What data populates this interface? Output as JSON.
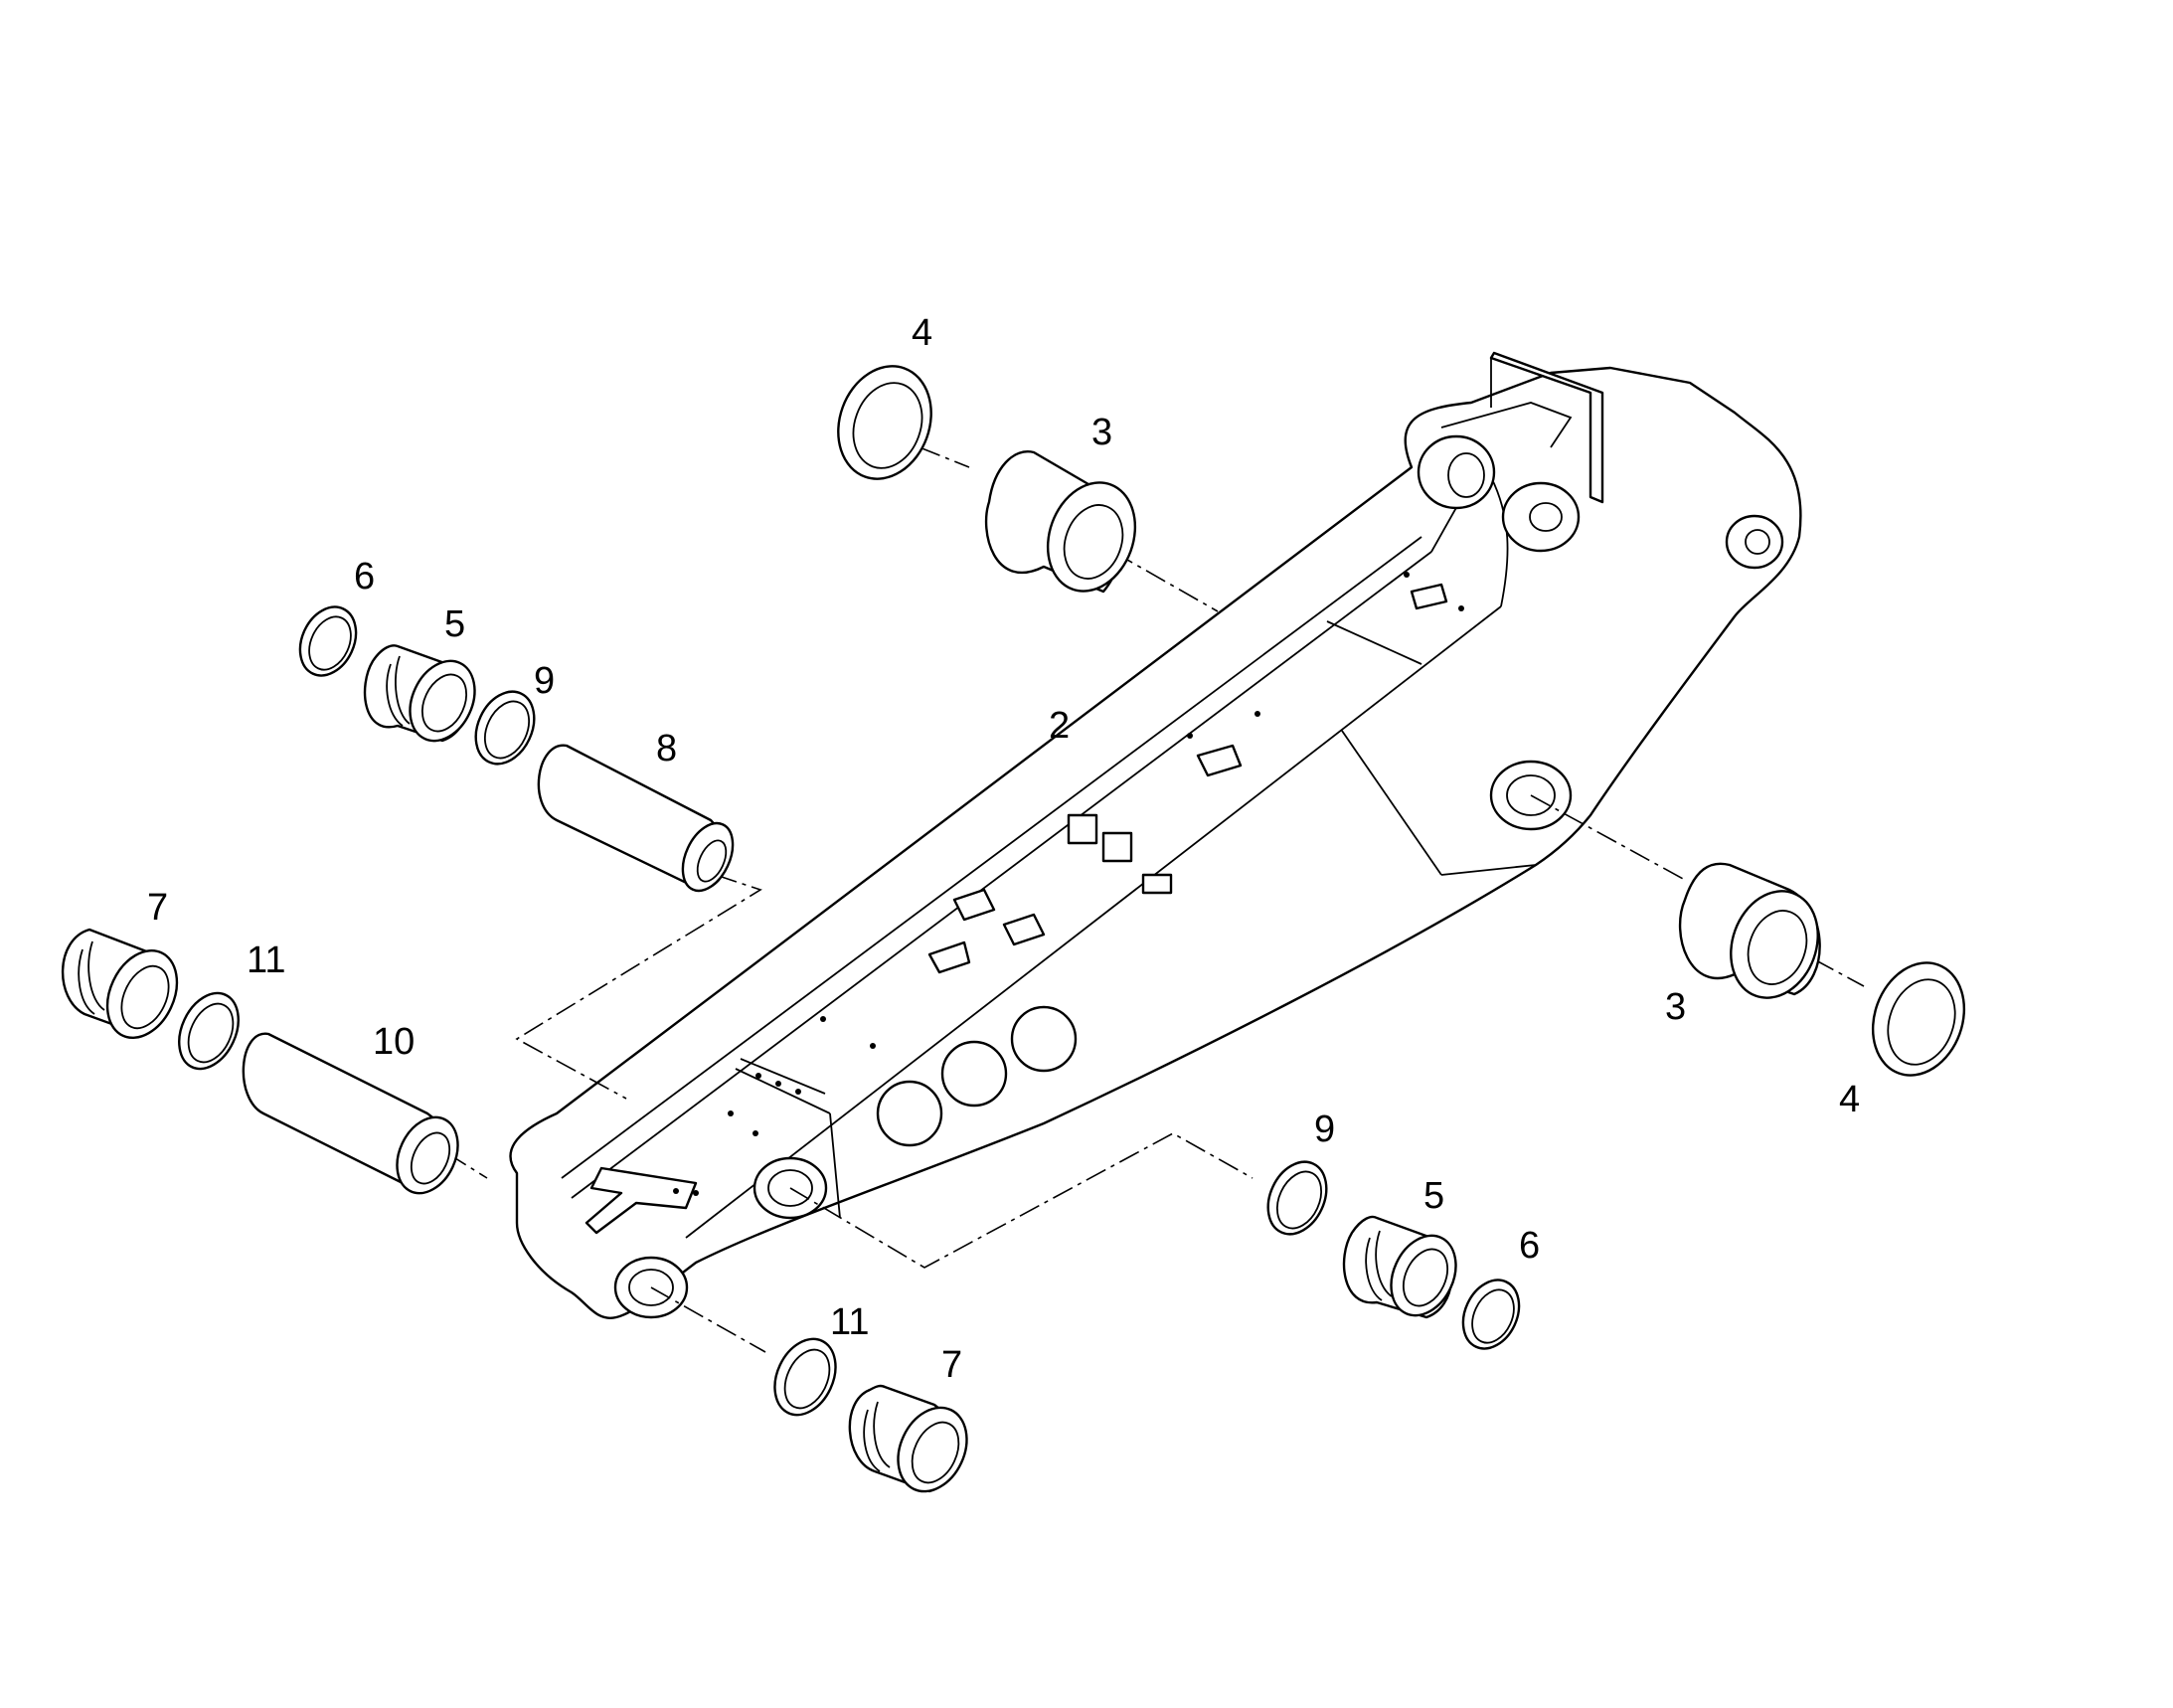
{
  "diagram": {
    "callouts": [
      {
        "id": "label-2",
        "text": "2"
      },
      {
        "id": "label-3-top",
        "text": "3"
      },
      {
        "id": "label-3-right",
        "text": "3"
      },
      {
        "id": "label-4-top",
        "text": "4"
      },
      {
        "id": "label-4-right",
        "text": "4"
      },
      {
        "id": "label-5-left",
        "text": "5"
      },
      {
        "id": "label-5-right",
        "text": "5"
      },
      {
        "id": "label-6-left",
        "text": "6"
      },
      {
        "id": "label-6-right",
        "text": "6"
      },
      {
        "id": "label-7-left",
        "text": "7"
      },
      {
        "id": "label-7-bottom",
        "text": "7"
      },
      {
        "id": "label-8",
        "text": "8"
      },
      {
        "id": "label-9-left",
        "text": "9"
      },
      {
        "id": "label-9-right",
        "text": "9"
      },
      {
        "id": "label-10",
        "text": "10"
      },
      {
        "id": "label-11-left",
        "text": "11"
      },
      {
        "id": "label-11-bottom",
        "text": "11"
      }
    ]
  }
}
